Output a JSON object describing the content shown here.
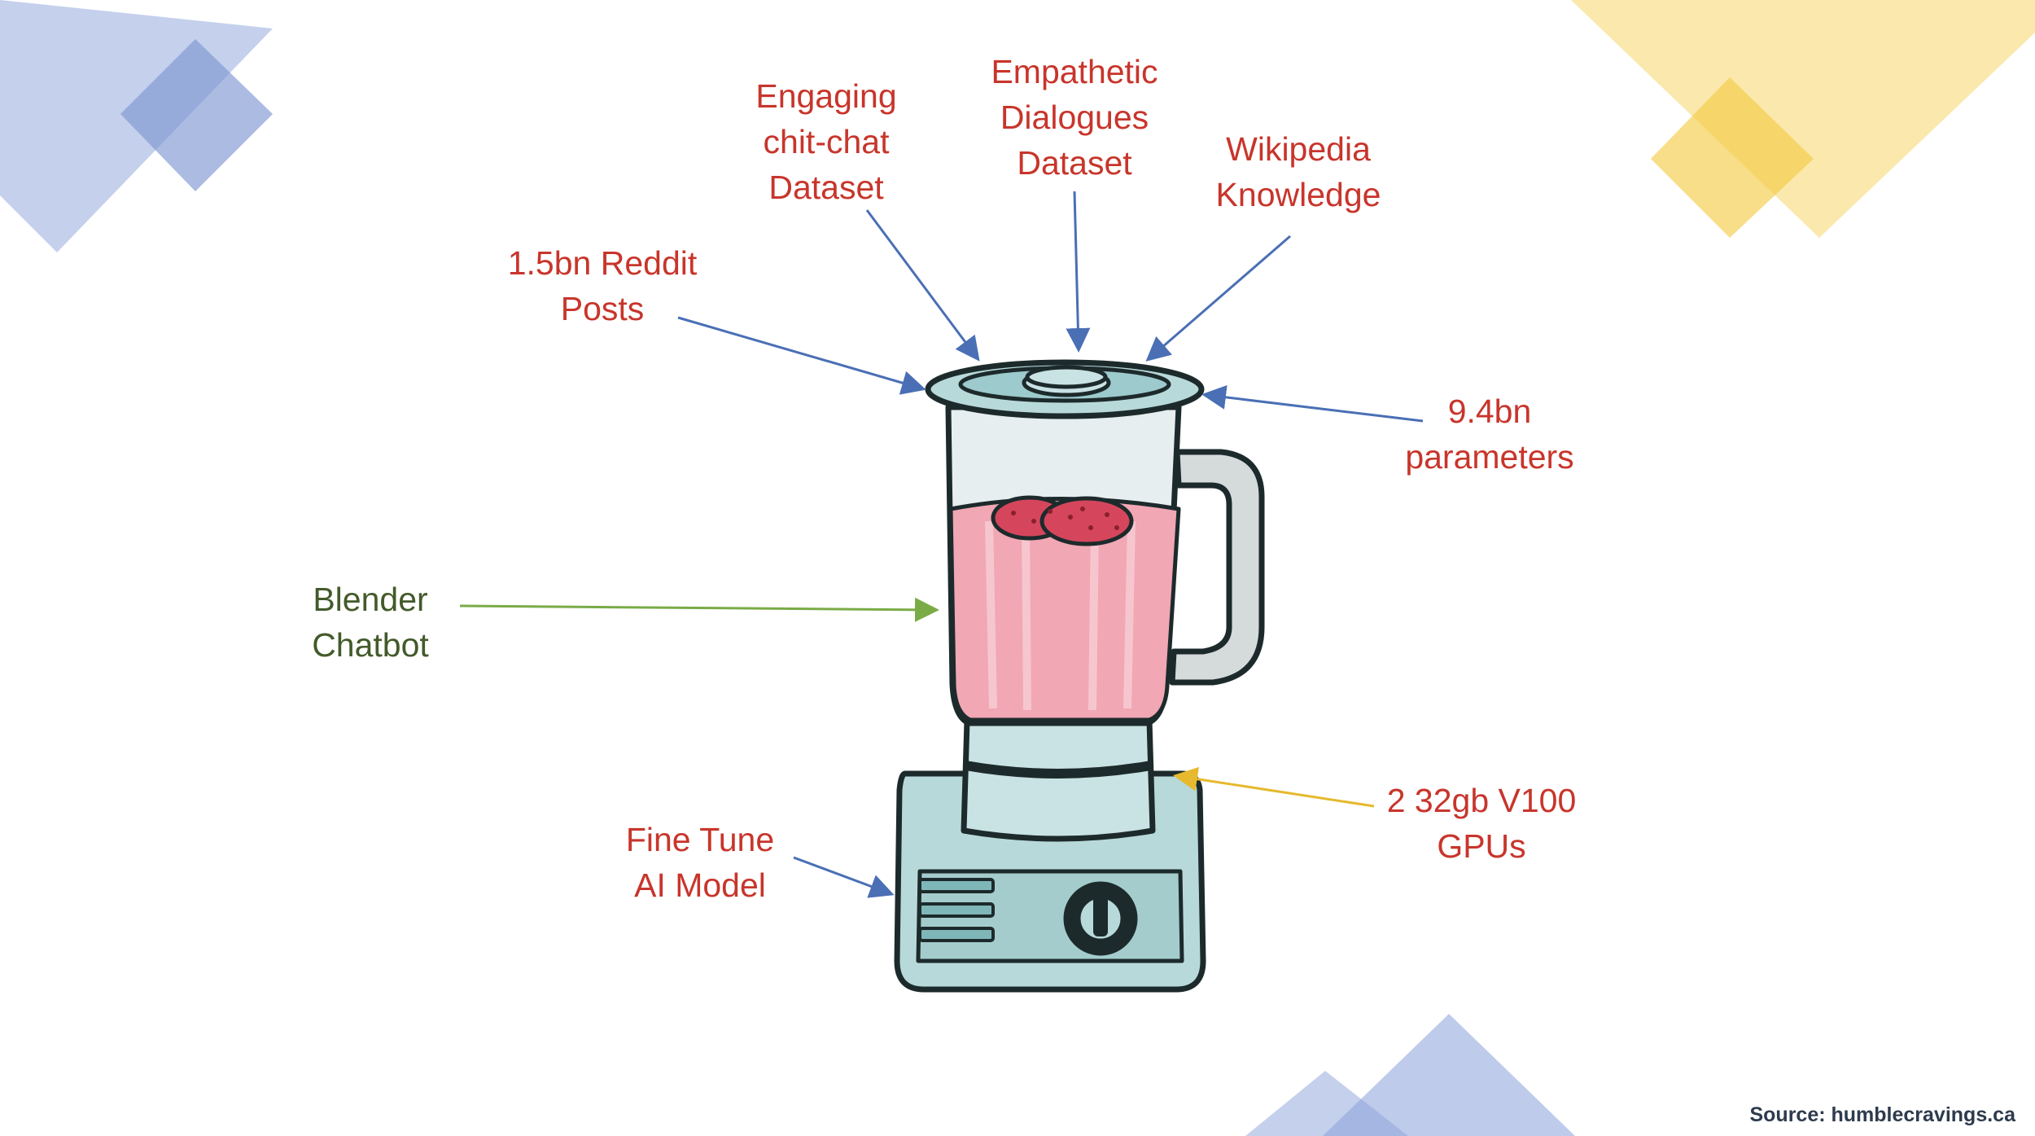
{
  "labels": {
    "engaging": [
      "Engaging",
      "chit-chat",
      "Dataset"
    ],
    "empathetic": [
      "Empathetic",
      "Dialogues",
      "Dataset"
    ],
    "wikipedia": [
      "Wikipedia",
      "Knowledge"
    ],
    "reddit": [
      "1.5bn Reddit",
      "Posts"
    ],
    "parameters": [
      "9.4bn",
      "parameters"
    ],
    "blender": [
      "Blender",
      "Chatbot"
    ],
    "gpus": [
      "2 32gb V100",
      "GPUs"
    ],
    "finetune": [
      "Fine Tune",
      "AI Model"
    ]
  },
  "source": "Source: humblecravings.ca",
  "colors": {
    "label_red": "#c8352b",
    "label_green": "#435a2a",
    "arrow_blue": "#4a6fb5",
    "arrow_green": "#7aab47",
    "arrow_yellow": "#e6b92e",
    "deco_blue": "#8aa1d9",
    "deco_yellow": "#f5cc48",
    "smoothie_pink": "#f1a7b4",
    "metal": "#b8d9da"
  }
}
